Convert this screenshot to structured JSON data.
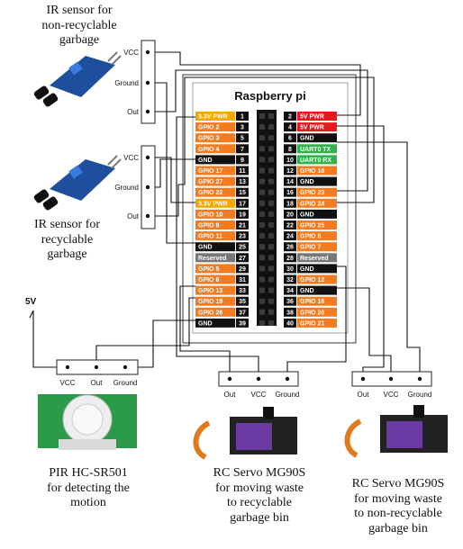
{
  "captions": {
    "ir_nonrecyc": "IR sensor for\nnon-recyclable\ngarbage",
    "ir_recyc": "IR sensor for\nrecyclable\ngarbage",
    "pir": "PIR HC-SR501\nfor detecting the\nmotion",
    "servo1": "RC Servo MG90S\nfor moving waste\nto recyclable\ngarbage bin",
    "servo2": "RC Servo MG90S\nfor moving waste\nto non-recyclable\ngarbage bin"
  },
  "board_title": "Raspberry pi",
  "supply_label": "5V",
  "ir1_pins": [
    "VCC",
    "Ground",
    "Out"
  ],
  "ir2_pins": [
    "VCC",
    "Ground",
    "Out"
  ],
  "pir_pins": [
    "VCC",
    "Out",
    "Ground"
  ],
  "servo1_pins": [
    "Out",
    "VCC",
    "Ground"
  ],
  "servo2_pins": [
    "Out",
    "VCC",
    "Ground"
  ],
  "gpio_left": [
    {
      "label": "3.3V PWR",
      "num": "1",
      "color": "#f6a500"
    },
    {
      "label": "GPIO 2",
      "num": "3",
      "color": "#f47b20"
    },
    {
      "label": "GPIO 3",
      "num": "5",
      "color": "#f47b20"
    },
    {
      "label": "GPIO 4",
      "num": "7",
      "color": "#f47b20"
    },
    {
      "label": "GND",
      "num": "9",
      "color": "#111111"
    },
    {
      "label": "GPIO 17",
      "num": "11",
      "color": "#f47b20"
    },
    {
      "label": "GPIO 27",
      "num": "13",
      "color": "#f47b20"
    },
    {
      "label": "GPIO 22",
      "num": "15",
      "color": "#f47b20"
    },
    {
      "label": "3.3V PWR",
      "num": "17",
      "color": "#f6a500"
    },
    {
      "label": "GPIO 10",
      "num": "19",
      "color": "#f47b20"
    },
    {
      "label": "GPIO 9",
      "num": "21",
      "color": "#f47b20"
    },
    {
      "label": "GPIO 11",
      "num": "23",
      "color": "#f47b20"
    },
    {
      "label": "GND",
      "num": "25",
      "color": "#111111"
    },
    {
      "label": "Reserved",
      "num": "27",
      "color": "#777777"
    },
    {
      "label": "GPIO 5",
      "num": "29",
      "color": "#f47b20"
    },
    {
      "label": "GPIO 6",
      "num": "31",
      "color": "#f47b20"
    },
    {
      "label": "GPIO 13",
      "num": "33",
      "color": "#f47b20"
    },
    {
      "label": "GPIO 19",
      "num": "35",
      "color": "#f47b20"
    },
    {
      "label": "GPIO 26",
      "num": "37",
      "color": "#f47b20"
    },
    {
      "label": "GND",
      "num": "39",
      "color": "#111111"
    }
  ],
  "gpio_right": [
    {
      "label": "5V PWR",
      "num": "2",
      "color": "#e8191c"
    },
    {
      "label": "5V PWR",
      "num": "4",
      "color": "#e8191c"
    },
    {
      "label": "GND",
      "num": "6",
      "color": "#111111"
    },
    {
      "label": "UART0 TX",
      "num": "8",
      "color": "#2fb24a"
    },
    {
      "label": "UART0 RX",
      "num": "10",
      "color": "#2fb24a"
    },
    {
      "label": "GPIO 18",
      "num": "12",
      "color": "#f47b20"
    },
    {
      "label": "GND",
      "num": "14",
      "color": "#111111"
    },
    {
      "label": "GPIO 23",
      "num": "16",
      "color": "#f47b20"
    },
    {
      "label": "GPIO 24",
      "num": "18",
      "color": "#f47b20"
    },
    {
      "label": "GND",
      "num": "20",
      "color": "#111111"
    },
    {
      "label": "GPIO 25",
      "num": "22",
      "color": "#f47b20"
    },
    {
      "label": "GPIO 8",
      "num": "24",
      "color": "#f47b20"
    },
    {
      "label": "GPIO 7",
      "num": "26",
      "color": "#f47b20"
    },
    {
      "label": "Reserved",
      "num": "28",
      "color": "#777777"
    },
    {
      "label": "GND",
      "num": "30",
      "color": "#111111"
    },
    {
      "label": "GPIO 12",
      "num": "32",
      "color": "#f47b20"
    },
    {
      "label": "GND",
      "num": "34",
      "color": "#111111"
    },
    {
      "label": "GPIO 16",
      "num": "36",
      "color": "#f47b20"
    },
    {
      "label": "GPIO 20",
      "num": "38",
      "color": "#f47b20"
    },
    {
      "label": "GPIO 21",
      "num": "40",
      "color": "#f47b20"
    }
  ]
}
